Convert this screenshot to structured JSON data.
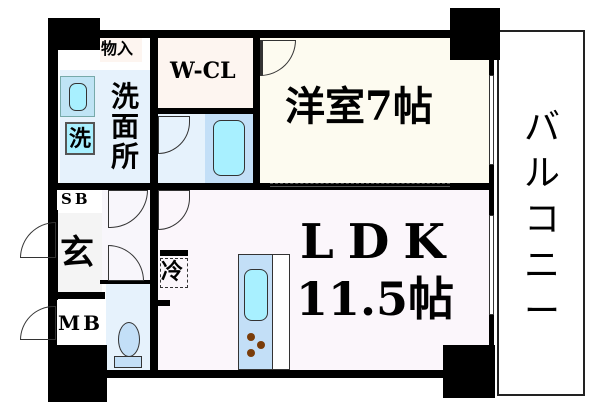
{
  "rooms": {
    "storage": "物入",
    "walk_in_closet": "W-CL",
    "western_room": "洋室7帖",
    "washroom": [
      "洗",
      "面",
      "所"
    ],
    "washer": "洗",
    "shoe_box": "SB",
    "entrance": "玄",
    "meter_box": "MB",
    "fridge": "冷",
    "ldk_name": "LDK",
    "ldk_size": "11.5帖",
    "balcony": [
      "バ",
      "ル",
      "コ",
      "ニ",
      "ー"
    ]
  },
  "colors": {
    "wall": "#000000",
    "closet": "#fdf5f0",
    "western": "#fdfbf0",
    "ldk": "#fbf6fb",
    "wet": "#e6f2fc",
    "fixture": "#a8f0ff"
  }
}
